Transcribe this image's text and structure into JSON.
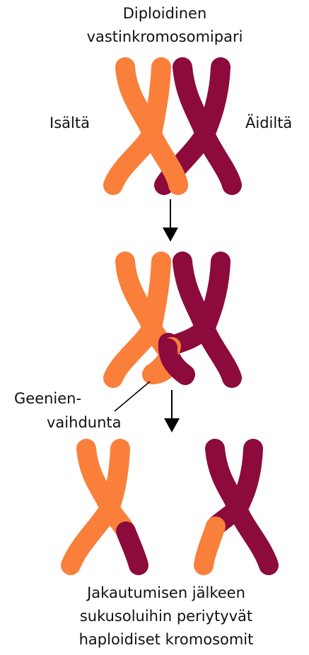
{
  "labels": {
    "top_line1": "Diploidinen",
    "top_line2": "vastinkromosomipari",
    "father": "Isältä",
    "mother": "Äidiltä",
    "crossover_line1": "Geenien-",
    "crossover_line2": "vaihdunta",
    "bottom_line1": "Jakautumisen jälkeen",
    "bottom_line2": "sukusoluihin periytyvät",
    "bottom_line3": "haploidiset kromosomit"
  },
  "colors": {
    "paternal": "#F97F3A",
    "maternal": "#8C0A3C",
    "arrow": "#000000",
    "text": "#111111"
  }
}
